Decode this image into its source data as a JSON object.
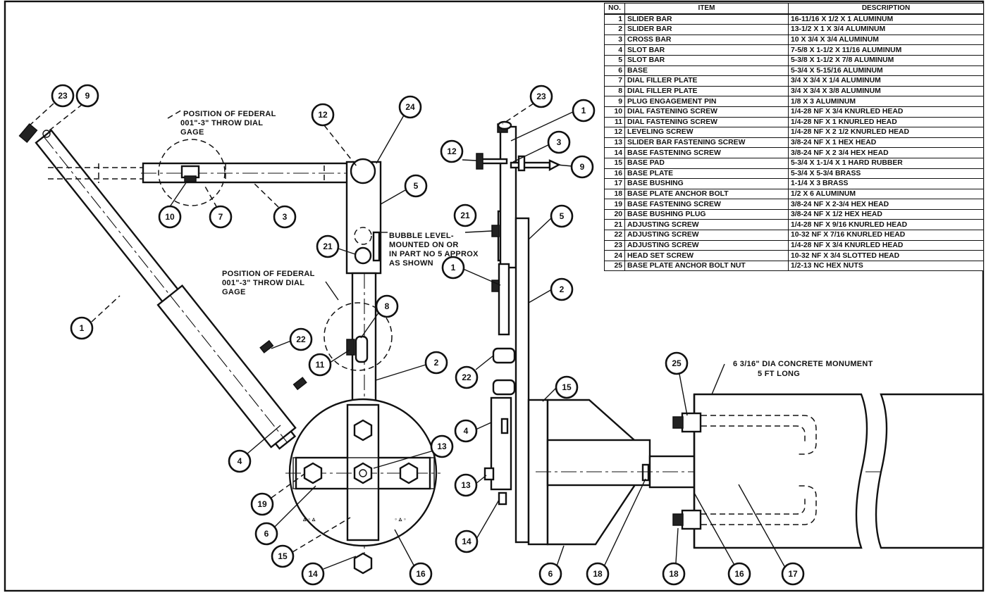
{
  "drawing": {
    "table": {
      "headers": {
        "no": "NO.",
        "item": "ITEM",
        "description": "DESCRIPTION"
      },
      "rows": [
        {
          "no": "1",
          "item": "SLIDER BAR",
          "description": "16-11/16 X 1/2 X 1 ALUMINUM"
        },
        {
          "no": "2",
          "item": "SLIDER BAR",
          "description": "13-1/2 X 1 X 3/4 ALUMINUM"
        },
        {
          "no": "3",
          "item": "CROSS BAR",
          "description": "10 X 3/4 X 3/4 ALUMINUM"
        },
        {
          "no": "4",
          "item": "SLOT BAR",
          "description": "7-5/8 X 1-1/2 X 11/16 ALUMINUM"
        },
        {
          "no": "5",
          "item": "SLOT BAR",
          "description": "5-3/8 X 1-1/2 X 7/8 ALUMINUM"
        },
        {
          "no": "6",
          "item": "BASE",
          "description": "5-3/4 X 5-15/16 ALUMINUM"
        },
        {
          "no": "7",
          "item": "DIAL FILLER PLATE",
          "description": "3/4 X 3/4 X 1/4 ALUMINUM"
        },
        {
          "no": "8",
          "item": "DIAL FILLER PLATE",
          "description": "3/4 X 3/4 X 3/8 ALUMINUM"
        },
        {
          "no": "9",
          "item": "PLUG ENGAGEMENT PIN",
          "description": "1/8 X 3 ALUMINUM"
        },
        {
          "no": "10",
          "item": "DIAL FASTENING SCREW",
          "description": "1/4-28 NF X 3/4 KNURLED HEAD"
        },
        {
          "no": "11",
          "item": "DIAL FASTENING SCREW",
          "description": "1/4-28 NF X 1 KNURLED HEAD"
        },
        {
          "no": "12",
          "item": "LEVELING SCREW",
          "description": "1/4-28 NF X 2 1/2 KNURLED HEAD"
        },
        {
          "no": "13",
          "item": "SLIDER BAR FASTENING SCREW",
          "description": "3/8-24 NF X 1 HEX HEAD"
        },
        {
          "no": "14",
          "item": "BASE FASTENING SCREW",
          "description": "3/8-24 NF X 2 3/4 HEX HEAD"
        },
        {
          "no": "15",
          "item": "BASE PAD",
          "description": "5-3/4 X 1-1/4 X 1 HARD RUBBER"
        },
        {
          "no": "16",
          "item": "BASE PLATE",
          "description": "5-3/4 X 5-3/4 BRASS"
        },
        {
          "no": "17",
          "item": "BASE BUSHING",
          "description": "1-1/4 X 3 BRASS"
        },
        {
          "no": "18",
          "item": "BASE PLATE ANCHOR BOLT",
          "description": "1/2 X 6 ALUMINUM"
        },
        {
          "no": "19",
          "item": "BASE FASTENING SCREW",
          "description": "3/8-24 NF X 2-3/4 HEX HEAD"
        },
        {
          "no": "20",
          "item": "BASE BUSHING PLUG",
          "description": "3/8-24 NF X 1/2 HEX HEAD"
        },
        {
          "no": "21",
          "item": "ADJUSTING SCREW",
          "description": "1/4-28 NF X 9/16 KNURLED HEAD"
        },
        {
          "no": "22",
          "item": "ADJUSTING SCREW",
          "description": "10-32 NF X 7/16 KNURLED HEAD"
        },
        {
          "no": "23",
          "item": "ADJUSTING SCREW",
          "description": "1/4-28 NF X 3/4 KNURLED HEAD"
        },
        {
          "no": "24",
          "item": "HEAD SET SCREW",
          "description": "10-32 NF X 3/4 SLOTTED HEAD"
        },
        {
          "no": "25",
          "item": "BASE PLATE ANCHOR BOLT NUT",
          "description": "1/2-13 NC HEX NUTS"
        }
      ]
    },
    "notes": {
      "dial_top_1": "POSITION OF FEDERAL",
      "dial_top_2": "001\"-3\" THROW DIAL",
      "dial_top_3": "GAGE",
      "dial_mid_1": "POSITION OF FEDERAL",
      "dial_mid_2": "001\"-3\" THROW DIAL",
      "dial_mid_3": "GAGE",
      "bubble_1": "BUBBLE LEVEL-",
      "bubble_2": "MOUNTED ON OR",
      "bubble_3": "IN PART NO 5 APPROX",
      "bubble_4": "AS SHOWN",
      "monument_1": "6 3/16\" DIA CONCRETE MONUMENT",
      "monument_2": "5 FT LONG"
    },
    "callouts": {
      "plan": [
        "23",
        "9",
        "12",
        "24",
        "10",
        "7",
        "3",
        "5",
        "21",
        "1",
        "8",
        "22",
        "11",
        "2",
        "13",
        "4",
        "19",
        "6",
        "15",
        "14",
        "16"
      ],
      "side": [
        "23",
        "1",
        "3",
        "9",
        "12",
        "21",
        "5",
        "2",
        "1",
        "22",
        "15",
        "4",
        "13",
        "14",
        "6",
        "18",
        "25",
        "18",
        "16",
        "17"
      ]
    }
  }
}
